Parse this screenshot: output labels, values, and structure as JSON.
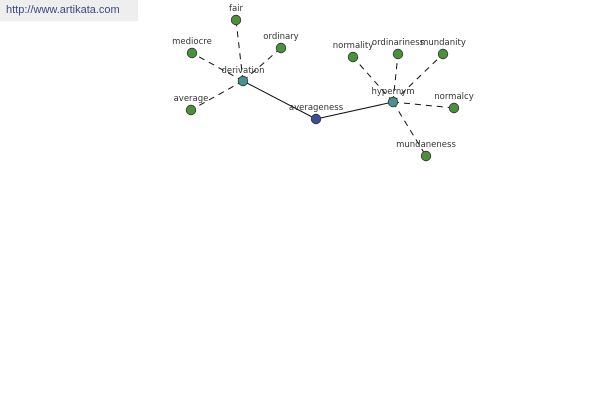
{
  "site_url": "http://www.artikata.com",
  "colors": {
    "leaf_node": "#4e8f3e",
    "relation_node": "#4a908e",
    "center_node": "#3c4c96",
    "edge": "#111111"
  },
  "graph": {
    "center": {
      "label": "averageness"
    },
    "relations": [
      {
        "label": "derivation",
        "leaves": [
          "fair",
          "mediocre",
          "ordinary",
          "average"
        ]
      },
      {
        "label": "hypernym",
        "leaves": [
          "normality",
          "ordinariness",
          "mundanity",
          "normalcy",
          "mundaneness"
        ]
      }
    ]
  }
}
